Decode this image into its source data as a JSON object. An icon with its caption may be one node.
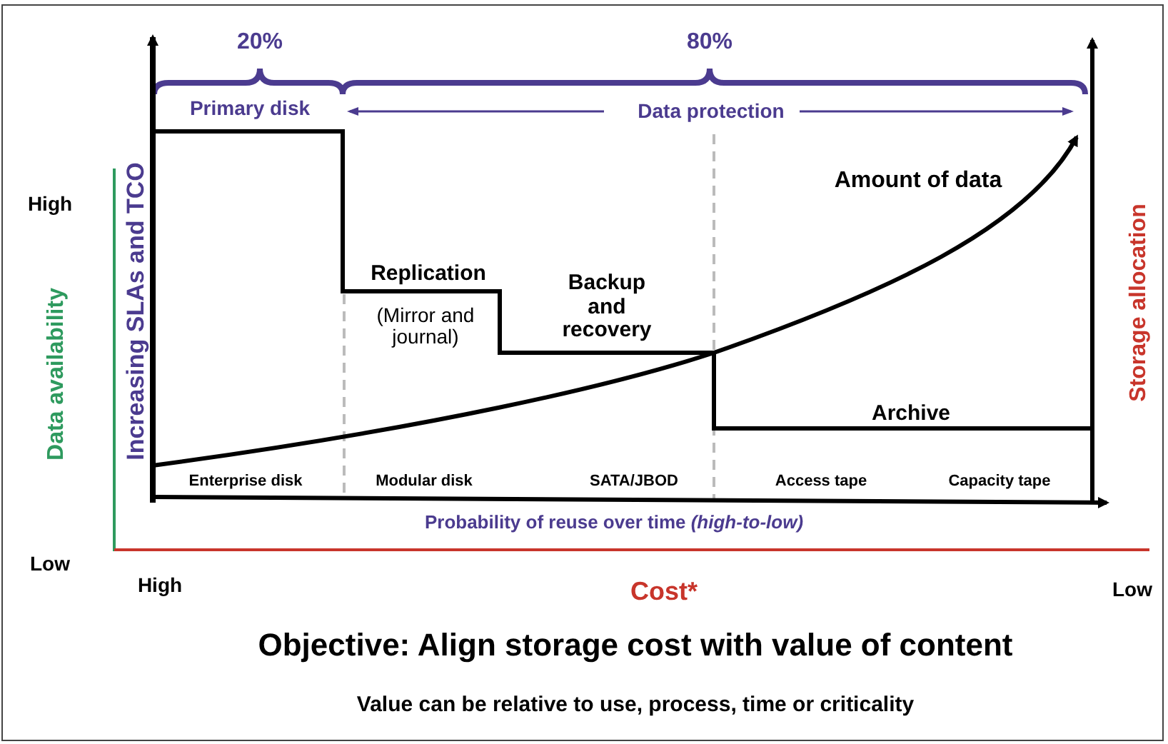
{
  "diagram": {
    "title": "Objective: Align storage cost with value of content",
    "caption": "Value can be relative to use, process, time or criticality",
    "labels": [
      "20%",
      "80%",
      "Primary disk",
      "Data protection",
      "High",
      "Amount of data",
      "Replication",
      "Backup and recovery",
      "(Mirror and journal)",
      "Archive",
      "Increasing SLAs and TCO",
      "Data availability",
      "Storage allocation",
      "Enterprise disk",
      "Modular disk",
      "SATA/JBOD",
      "Access tape",
      "Capacity tape",
      "Probability of reuse over time *(high-to-low)*",
      "Low",
      "High",
      "Cost*",
      "Low"
    ]
  }
}
